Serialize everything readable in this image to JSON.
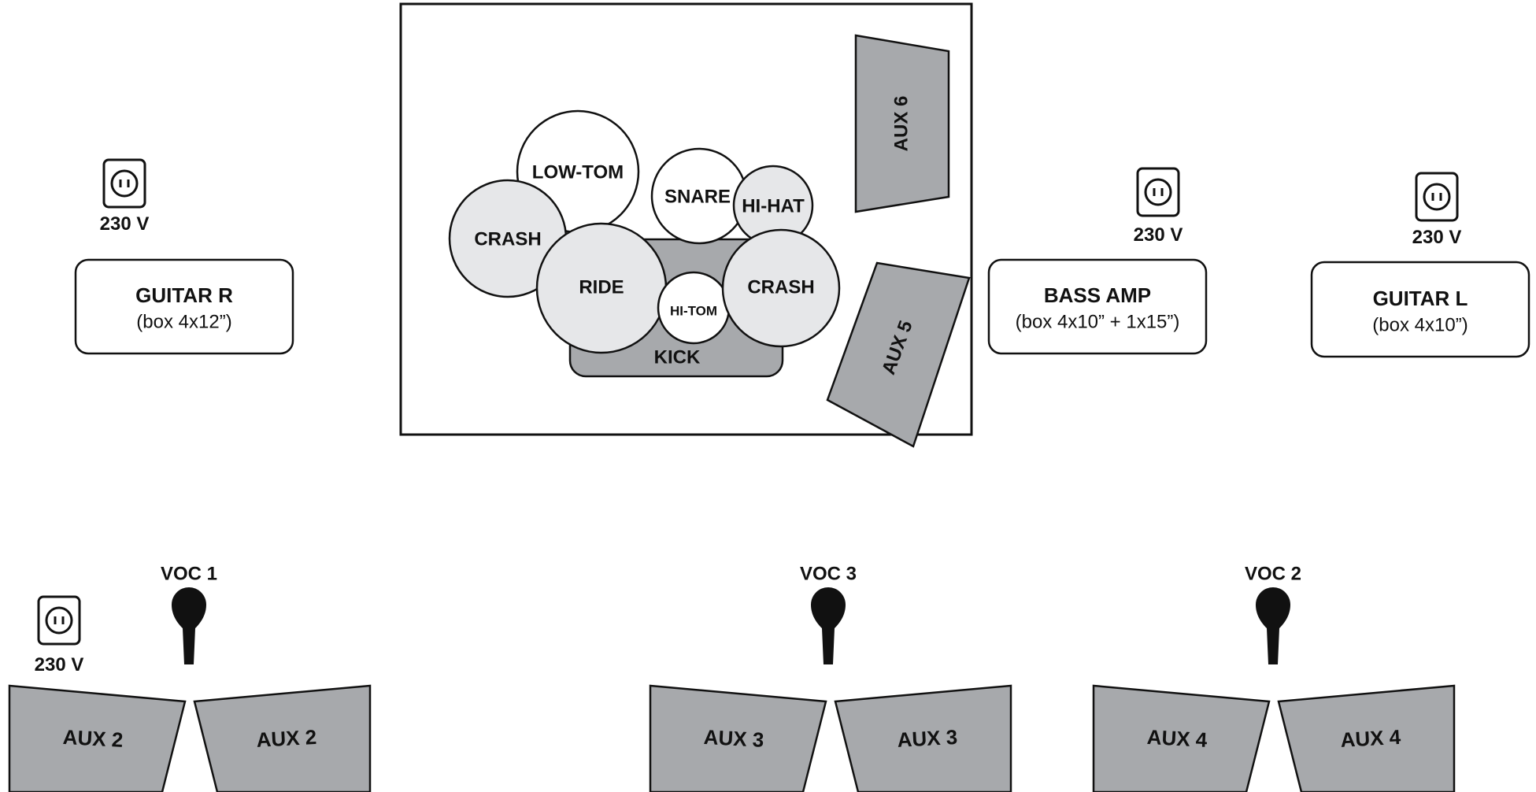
{
  "drum_riser": {
    "pieces": {
      "low_tom": "LOW-TOM",
      "snare": "SNARE",
      "hi_hat": "HI-HAT",
      "crash_left": "CRASH",
      "ride": "RIDE",
      "hi_tom": "HI-TOM",
      "crash_right": "CRASH",
      "kick": "KICK"
    },
    "monitors": {
      "aux6": "AUX 6",
      "aux5": "AUX 5"
    }
  },
  "amps": {
    "guitar_r": {
      "title": "GUITAR R",
      "sub": "(box 4x12”)"
    },
    "bass": {
      "title": "BASS AMP",
      "sub": "(box 4x10” + 1x15”)"
    },
    "guitar_l": {
      "title": "GUITAR L",
      "sub": "(box 4x10”)"
    }
  },
  "power": {
    "outlet_1": "230 V",
    "outlet_2": "230 V",
    "outlet_3": "230 V",
    "outlet_4": "230 V"
  },
  "vocals": {
    "voc1": "VOC 1",
    "voc3": "VOC 3",
    "voc2": "VOC 2"
  },
  "wedges": {
    "aux2a": "AUX 2",
    "aux2b": "AUX 2",
    "aux3a": "AUX 3",
    "aux3b": "AUX 3",
    "aux4a": "AUX 4",
    "aux4b": "AUX 4"
  },
  "colors": {
    "cymbal": "#e6e7e9",
    "monitor": "#a7a9ac",
    "outline": "#111111"
  }
}
